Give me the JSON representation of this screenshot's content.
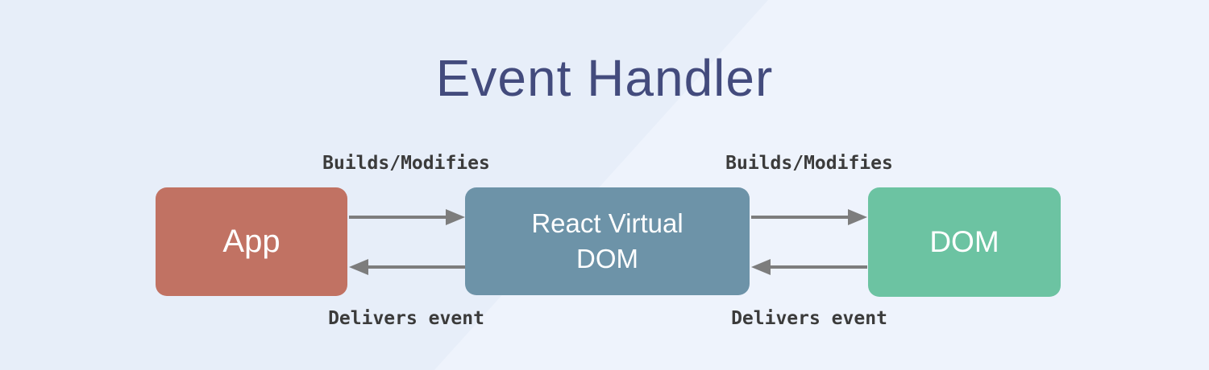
{
  "title": "Event Handler",
  "nodes": [
    {
      "id": "app",
      "label": "App",
      "color": "#c17263"
    },
    {
      "id": "react-virtual-dom",
      "label": "React Virtual DOM",
      "color": "#6d93a8"
    },
    {
      "id": "dom",
      "label": "DOM",
      "color": "#6cc3a2"
    }
  ],
  "edges": [
    {
      "from": "app",
      "to": "react-virtual-dom",
      "direction": "right",
      "label": "Builds/Modifies"
    },
    {
      "from": "react-virtual-dom",
      "to": "app",
      "direction": "left",
      "label": "Delivers event"
    },
    {
      "from": "react-virtual-dom",
      "to": "dom",
      "direction": "right",
      "label": "Builds/Modifies"
    },
    {
      "from": "dom",
      "to": "react-virtual-dom",
      "direction": "left",
      "label": "Delivers event"
    }
  ],
  "colors": {
    "background": "#e7eef9",
    "background_light_band": "#eef3fc",
    "title_text": "#434b7d",
    "arrow": "#7d7d7d",
    "edge_label_text": "#3b3b3b",
    "node_text": "#ffffff"
  }
}
